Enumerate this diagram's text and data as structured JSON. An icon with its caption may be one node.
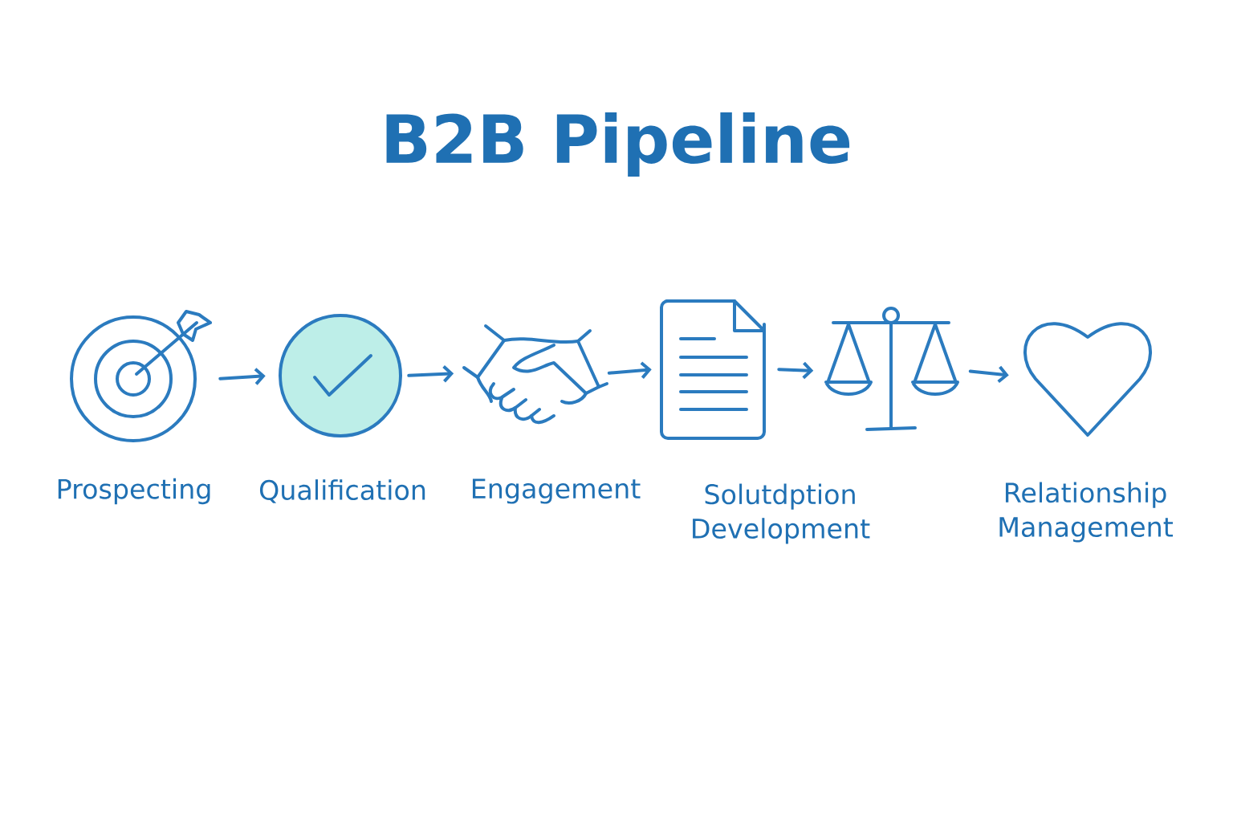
{
  "diagram": {
    "title": "B2B Pipeline",
    "nodes": [
      {
        "text": [
          "Prospecting"
        ]
      },
      {
        "text": [
          "Qualification"
        ]
      },
      {
        "text": [
          "Engagement"
        ]
      },
      {
        "text": [
          "Solutdption Development"
        ]
      },
      {
        "text": [],
        "shape": "picture"
      },
      {
        "text": [
          "Relationship Management"
        ]
      }
    ],
    "edges": [
      {
        "from": 0,
        "to": 1,
        "arrow": "to"
      },
      {
        "from": 1,
        "to": 2,
        "arrow": "to"
      },
      {
        "from": 2,
        "to": 3,
        "arrow": "to"
      },
      {
        "from": 3,
        "to": 4,
        "arrow": "to"
      },
      {
        "from": 4,
        "to": 5,
        "arrow": "to"
      }
    ]
  }
}
